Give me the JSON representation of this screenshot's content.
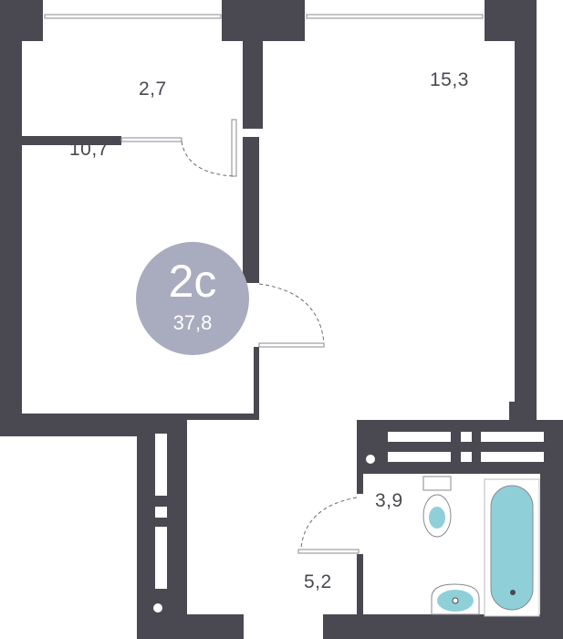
{
  "apartment": {
    "rooms_label": "2с",
    "total_area": "37,8"
  },
  "rooms": [
    {
      "id": "bedroom",
      "area": "10,7"
    },
    {
      "id": "wardrobe",
      "area": "2,7"
    },
    {
      "id": "living",
      "area": "15,3"
    },
    {
      "id": "bathroom",
      "area": "3,9"
    },
    {
      "id": "hall",
      "area": "5,2"
    }
  ],
  "colors": {
    "wall": "#4a4850",
    "badge": "#a9abbe",
    "fixture": "#8fd0d8"
  }
}
